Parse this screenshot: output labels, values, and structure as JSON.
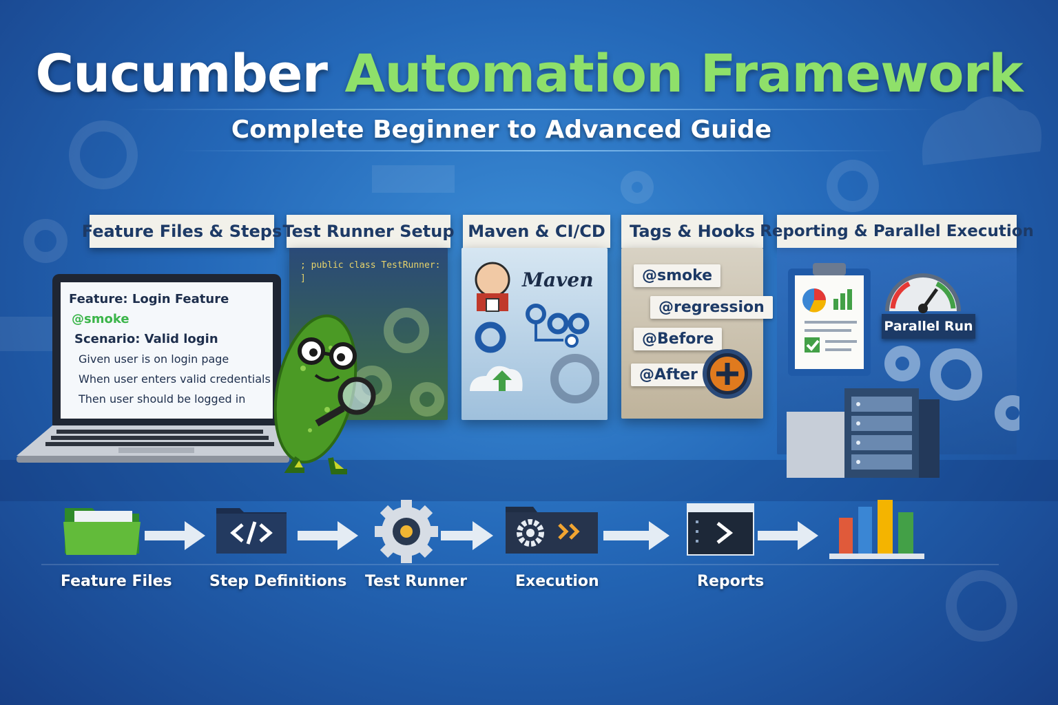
{
  "header": {
    "title_part1": "Cucumber",
    "title_part2": "Automation Framework",
    "subtitle": "Complete Beginner to Advanced Guide"
  },
  "sections": [
    {
      "label": "Feature Files & Steps"
    },
    {
      "label": "Test Runner Setup"
    },
    {
      "label": "Maven & CI/CD"
    },
    {
      "label": "Tags & Hooks"
    },
    {
      "label": "Reporting & Parallel Execution"
    }
  ],
  "feature_file": {
    "lines": [
      "Feature:  Login Feature",
      "@smoke",
      "Scenario: Valid login",
      "Given user is on login page",
      "When user enters valid credentials",
      "Then user should be logged in"
    ]
  },
  "runner_code": {
    "line1": "; public class TestRunner:",
    "line2": "]"
  },
  "maven": {
    "logo_text": "Maven"
  },
  "tags": [
    "@smoke",
    "@regression",
    "@Before",
    "@After"
  ],
  "reporting": {
    "gauge_label": "Parallel Run"
  },
  "flow": [
    {
      "label": "Feature Files",
      "icon": "folder-icon"
    },
    {
      "label": "Step Definitions",
      "icon": "code-icon"
    },
    {
      "label": "Test Runner",
      "icon": "gear-icon"
    },
    {
      "label": "Execution",
      "icon": "execution-icon"
    },
    {
      "label": "Reports",
      "icon": "terminal-icon"
    },
    {
      "label": "",
      "icon": "bar-chart-icon"
    }
  ],
  "colors": {
    "accent_green": "#8fe06a",
    "background_blue": "#2468b8",
    "header_text": "#1d3a66",
    "tag_green": "#3bb54a"
  }
}
